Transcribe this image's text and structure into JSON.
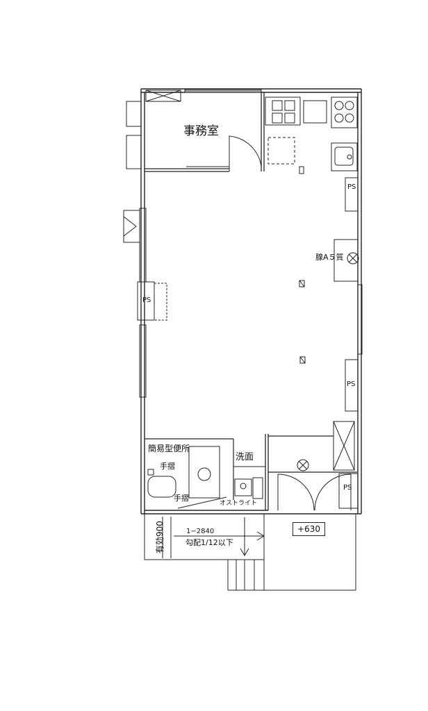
{
  "rooms": {
    "office": "事務室",
    "toilet": "簡易型便所",
    "washroom": "洗面"
  },
  "fixtures": {
    "handrail_1": "手摺",
    "handrail_2": "手摺",
    "pipe_space": "PS",
    "ceiling_note": "腺A５質",
    "ost_light": "オストライト"
  },
  "ramp": {
    "effective_width": "有効900",
    "length": "1−2840",
    "slope": "勾配1/12以下"
  },
  "level_mark": "+630",
  "icons": [
    "door-swing-icon",
    "sink-icon",
    "stove-icon",
    "exhaust-fan-icon",
    "wheelchair-icon",
    "toilet-icon",
    "table-icon",
    "light-fixture-icon"
  ]
}
